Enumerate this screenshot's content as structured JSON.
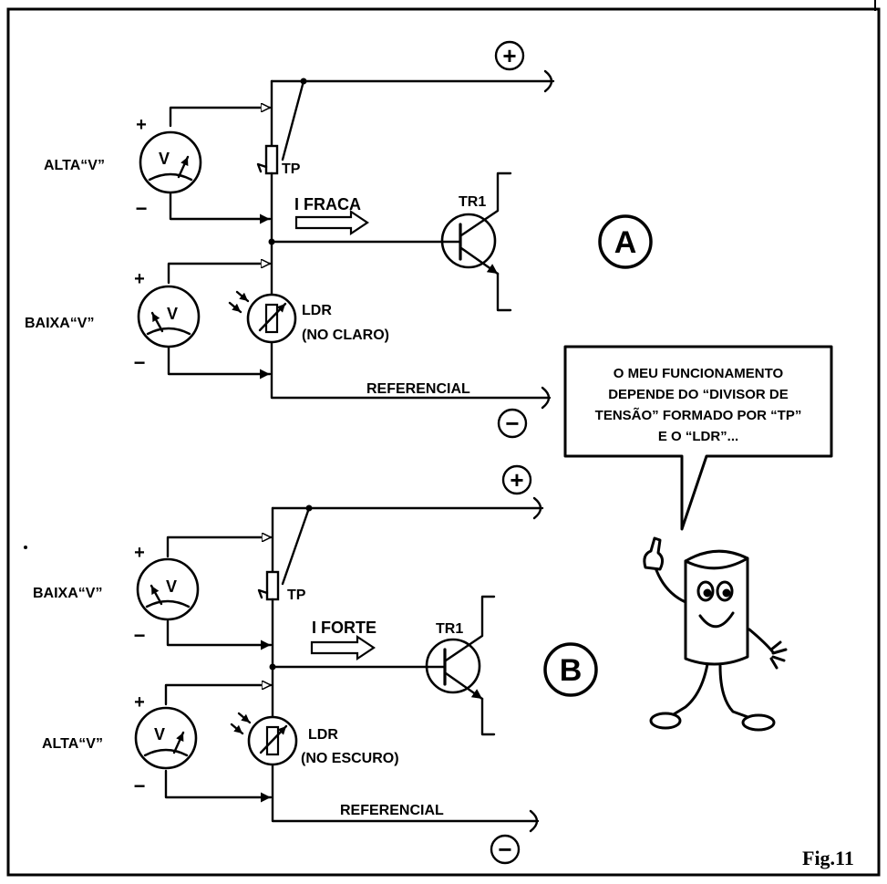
{
  "figure": {
    "label": "Fig.11",
    "speech_bubble": {
      "lines": [
        "O MEU FUNCIONAMENTO",
        "DEPENDE DO “DIVISOR DE",
        "TENSÃO” FORMADO POR “TP”",
        "E O “LDR”..."
      ]
    }
  },
  "circuit_a": {
    "tag": "A",
    "plus": "+",
    "minus": "−",
    "voltmeter_letter": "V",
    "upper_meter": {
      "label": "ALTA“V”",
      "pos": "+",
      "neg": "−"
    },
    "lower_meter": {
      "label": "BAIXA“V”",
      "pos": "+",
      "neg": "−"
    },
    "pot_label": "TP",
    "current_label": "I FRACA",
    "transistor_label": "TR1",
    "ldr_label": "LDR",
    "ldr_state": "(NO CLARO)",
    "ref_label": "REFERENCIAL"
  },
  "circuit_b": {
    "tag": "B",
    "plus": "+",
    "minus": "−",
    "voltmeter_letter": "V",
    "upper_meter": {
      "label": "BAIXA“V”",
      "pos": "+",
      "neg": "−"
    },
    "lower_meter": {
      "label": "ALTA“V”",
      "pos": "+",
      "neg": "−"
    },
    "pot_label": "TP",
    "current_label": "I FORTE",
    "transistor_label": "TR1",
    "ldr_label": "LDR",
    "ldr_state": "(NO ESCURO)",
    "ref_label": "REFERENCIAL"
  }
}
